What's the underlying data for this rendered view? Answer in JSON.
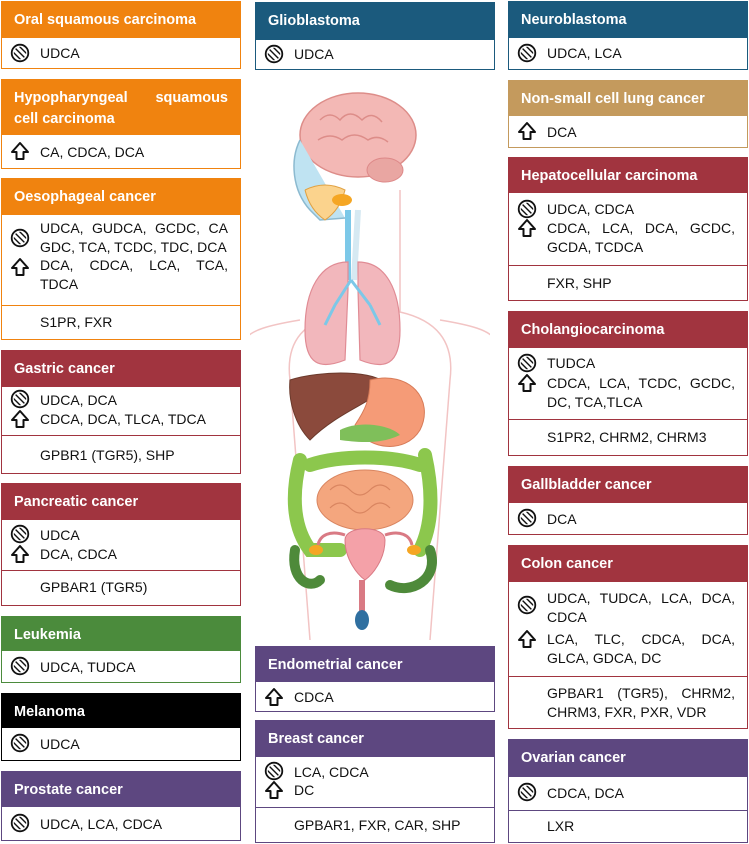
{
  "colors": {
    "orange": "#f0830f",
    "navy": "#1b5a7d",
    "crimson": "#a1343f",
    "tan": "#c49a5d",
    "green": "#4b8b3c",
    "black": "#000000",
    "purple": "#5d4780"
  },
  "legend_icons": {
    "inhibit": "no-sign-icon",
    "increase": "up-arrow-icon"
  },
  "cards": {
    "oral": {
      "title": "Oral squamous carcinoma",
      "inhibit": "UDCA"
    },
    "hypo": {
      "title": "Hypopharyngeal squamous cell carcinoma",
      "up": "CA, CDCA, DCA"
    },
    "oeso": {
      "title": "Oesophageal cancer",
      "inhibit": "UDCA, GUDCA, GCDC, CA GDC, TCA, TCDC, TDC, DCA",
      "up": "DCA, CDCA, LCA, TCA, TDCA",
      "receptors": "S1PR, FXR"
    },
    "gastric": {
      "title": "Gastric cancer",
      "inhibit": "UDCA, DCA",
      "up": "CDCA, DCA, TLCA, TDCA",
      "receptors": "GPBR1 (TGR5), SHP"
    },
    "pancreatic": {
      "title": "Pancreatic cancer",
      "inhibit": "UDCA",
      "up": "DCA, CDCA",
      "receptors": "GPBAR1 (TGR5)"
    },
    "leukemia": {
      "title": "Leukemia",
      "inhibit": "UDCA, TUDCA"
    },
    "melanoma": {
      "title": "Melanoma",
      "inhibit": "UDCA"
    },
    "prostate": {
      "title": "Prostate cancer",
      "inhibit": "UDCA, LCA, CDCA"
    },
    "glio": {
      "title": "Glioblastoma",
      "inhibit": "UDCA"
    },
    "endometrial": {
      "title": "Endometrial cancer",
      "up": "CDCA"
    },
    "breast": {
      "title": "Breast cancer",
      "inhibit": "LCA, CDCA",
      "up": "DC",
      "receptors": "GPBAR1, FXR, CAR, SHP"
    },
    "neuro": {
      "title": "Neuroblastoma",
      "inhibit": "UDCA, LCA"
    },
    "nsclc": {
      "title": "Non-small cell lung cancer",
      "up": "DCA"
    },
    "hcc": {
      "title": "Hepatocellular carcinoma",
      "inhibit": "UDCA, CDCA",
      "up": "CDCA, LCA, DCA, GCDC, GCDA, TCDCA",
      "receptors": "FXR, SHP"
    },
    "cholangio": {
      "title": "Cholangiocarcinoma",
      "inhibit": "TUDCA",
      "up": "CDCA, LCA, TCDC, GCDC, DC, TCA,TLCA",
      "receptors": "S1PR2, CHRM2, CHRM3"
    },
    "gallbladder": {
      "title": "Gallbladder cancer",
      "inhibit": "DCA"
    },
    "colon": {
      "title": "Colon cancer",
      "inhibit": "UDCA, TUDCA, LCA, DCA, CDCA",
      "up": "LCA, TLC, CDCA, DCA, GLCA, GDCA, DC",
      "receptors": "GPBAR1 (TGR5), CHRM2, CHRM3, FXR, PXR, VDR"
    },
    "ovarian": {
      "title": "Ovarian cancer",
      "inhibit": "CDCA, DCA",
      "receptors": "LXR"
    }
  }
}
